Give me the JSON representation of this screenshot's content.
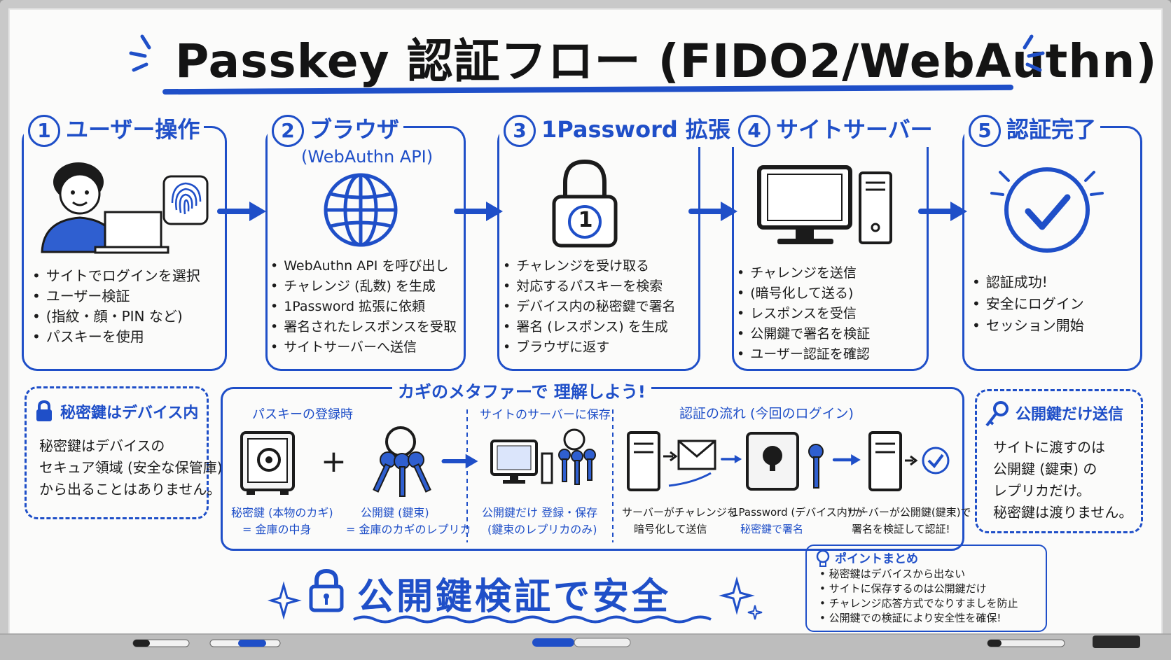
{
  "title": "Passkey 認証フロー (FIDO2/WebAuthn)",
  "steps": [
    {
      "num": "1",
      "title": "ユーザー操作",
      "subtitle": "",
      "items": [
        "サイトでログインを選択",
        "ユーザー検証",
        "(指紋・顔・PIN など)",
        "パスキーを使用"
      ]
    },
    {
      "num": "2",
      "title": "ブラウザ",
      "subtitle": "(WebAuthn API)",
      "items": [
        "WebAuthn API を呼び出し",
        "チャレンジ (乱数) を生成",
        "1Password 拡張に依頼",
        "署名されたレスポンスを受取",
        "サイトサーバーへ送信"
      ]
    },
    {
      "num": "3",
      "title": "1Password 拡張",
      "subtitle": "",
      "items": [
        "チャレンジを受け取る",
        "対応するパスキーを検索",
        "デバイス内の秘密鍵で署名",
        "署名 (レスポンス) を生成",
        "ブラウザに返す"
      ]
    },
    {
      "num": "4",
      "title": "サイトサーバー",
      "subtitle": "",
      "items": [
        "チャレンジを送信",
        "(暗号化して送る)",
        "レスポンスを受信",
        "公開鍵で署名を検証",
        "ユーザー認証を確認"
      ]
    },
    {
      "num": "5",
      "title": "認証完了",
      "subtitle": "",
      "items": [
        "認証成功!",
        "安全にログイン",
        "セッション開始"
      ]
    }
  ],
  "lock_icon_label": "1",
  "left_note": {
    "title": "秘密鍵はデバイス内",
    "lines": [
      "秘密鍵はデバイスの",
      "セキュア領域 (安全な保管庫)",
      "から出ることはありません。"
    ]
  },
  "right_note": {
    "title": "公開鍵だけ送信",
    "lines": [
      "サイトに渡すのは",
      "公開鍵 (鍵束) の",
      "レプリカだけ。",
      "秘密鍵は渡りません。"
    ]
  },
  "metaphor": {
    "title": "カギのメタファーで 理解しよう!",
    "sec1": "パスキーの登録時",
    "sec2": "サイトのサーバーに保存",
    "sec3": "認証の流れ (今回のログイン)",
    "plus": "+",
    "cap_private": [
      "秘密鍵 (本物のカギ)",
      "= 金庫の中身"
    ],
    "cap_public": [
      "公開鍵 (鍵束)",
      "= 金庫のカギのレプリカ"
    ],
    "cap_store": [
      "公開鍵だけ 登録・保存",
      "(鍵束のレプリカのみ)"
    ],
    "cap_flow1": [
      "サーバーがチャレンジを",
      "暗号化して送信"
    ],
    "cap_flow2": [
      "1Password (デバイス内) が",
      "秘密鍵で署名"
    ],
    "cap_flow3": [
      "サーバーが公開鍵(鍵束)で",
      "署名を検証して認証!"
    ]
  },
  "slogan": "公開鍵検証で安全",
  "summary": {
    "title": "ポイントまとめ",
    "items": [
      "秘密鍵はデバイスから出ない",
      "サイトに保存するのは公開鍵だけ",
      "チャレンジ応答方式でなりすましを防止",
      "公開鍵での検証により安全性を確保!"
    ]
  },
  "colors": {
    "accent": "#1f4fc8",
    "ink": "#1b1b1b",
    "board": "#fbfbfa"
  }
}
